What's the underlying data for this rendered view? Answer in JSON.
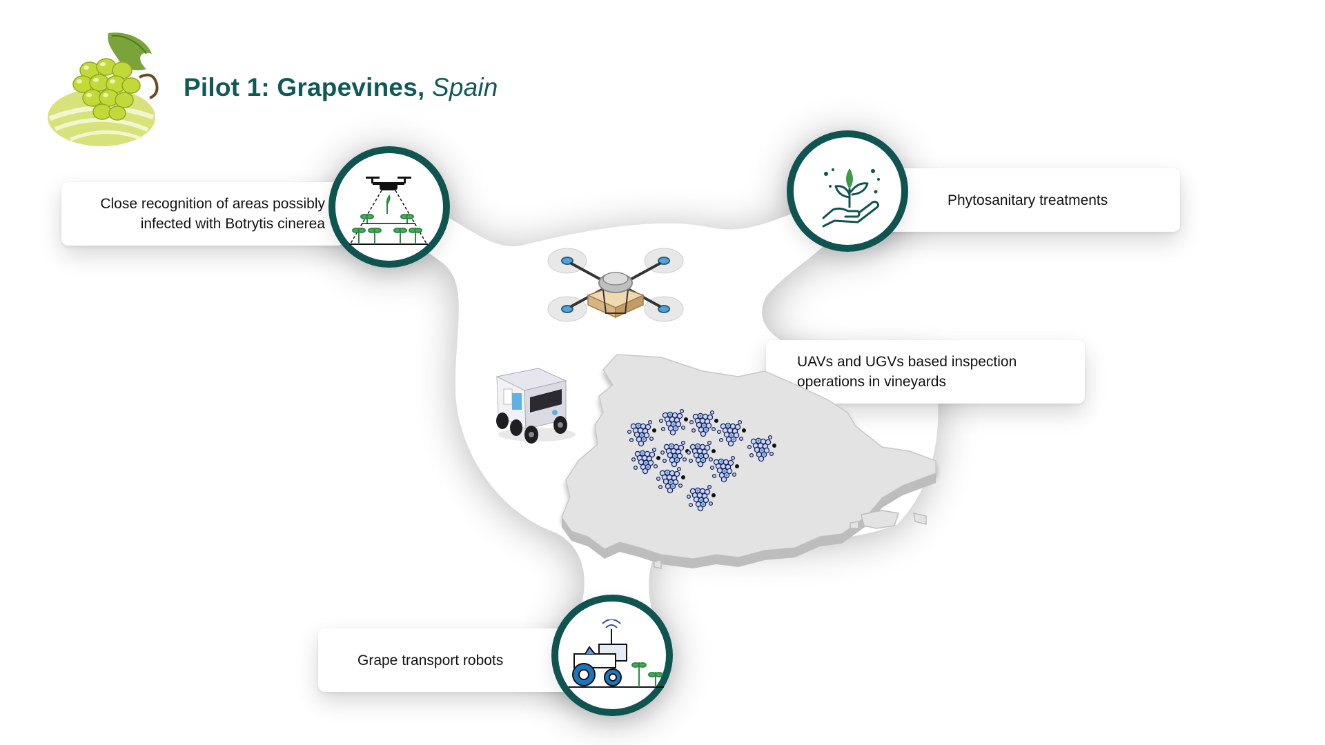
{
  "title": {
    "main": "Pilot 1: Grapevines, ",
    "country": "Spain"
  },
  "cards": {
    "recognition": {
      "line1": "Close recognition of areas possibly",
      "line2": "infected with Botrytis cinerea"
    },
    "phytosanitary": "Phytosanitary treatments",
    "inspection": {
      "line1": "UAVs and UGVs based inspection",
      "line2": "operations in vineyards"
    },
    "transport": "Grape transport robots"
  },
  "icons": {
    "logo": "grape-logo-icon",
    "drone_field": "drone-field-icon",
    "plant_hand": "plant-hand-icon",
    "tractor": "robot-tractor-icon",
    "drone": "drone-icon",
    "ugv": "ugv-robot-icon",
    "map": "spain-map-icon",
    "grapes": "grape-cluster-icon"
  },
  "colors": {
    "accent": "#0f5450",
    "title": "#0f5a55",
    "map": "#e2e2e2",
    "icon_blue": "#1d75bc",
    "icon_green": "#3f9a48"
  }
}
